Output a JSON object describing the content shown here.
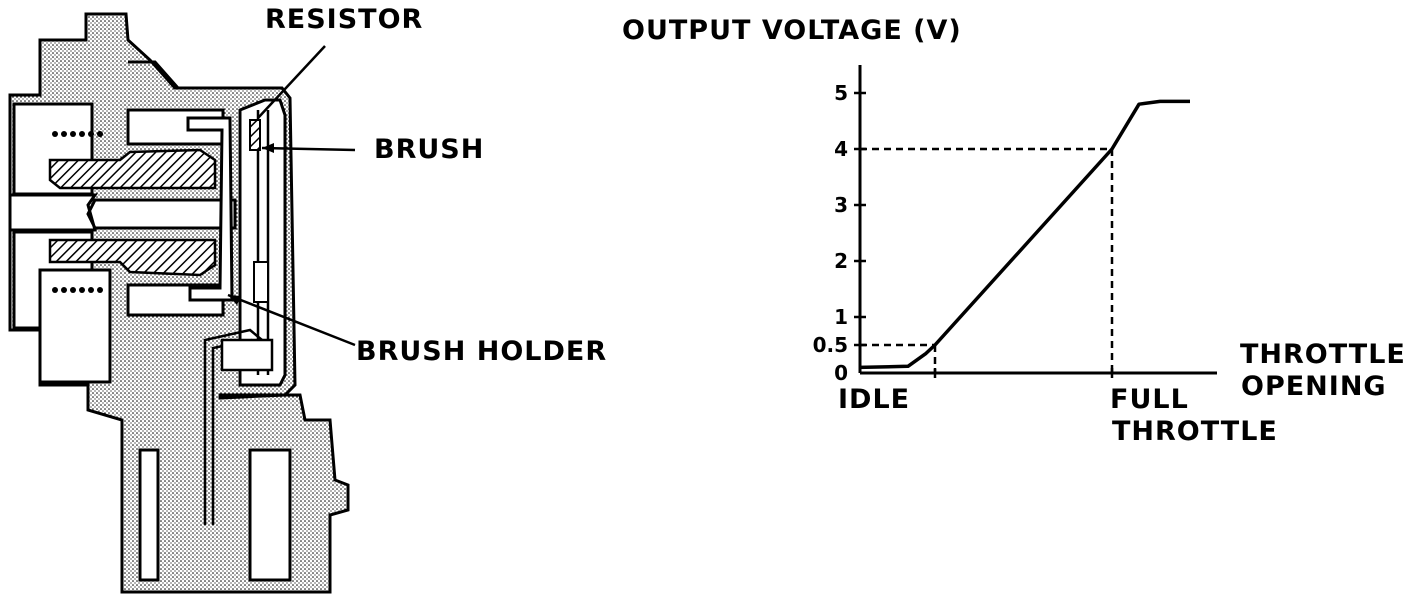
{
  "sensor": {
    "resistor_label": "RESISTOR",
    "brush_label": "BRUSH",
    "brush_holder_label": "BRUSH HOLDER"
  },
  "chart_data": {
    "type": "line",
    "ylabel": "OUTPUT VOLTAGE (V)",
    "xlabel_line1": "THROTTLE",
    "xlabel_line2": "OPENING",
    "yticks": [
      "0",
      "0.5",
      "1",
      "2",
      "3",
      "4",
      "5"
    ],
    "ytick_values": [
      0,
      0.5,
      1,
      2,
      3,
      4,
      5
    ],
    "ylim": [
      0,
      5.5
    ],
    "x_idle_label": "IDLE",
    "x_full_label_line1": "FULL",
    "x_full_label_line2": "THROTTLE",
    "series": [
      {
        "points": [
          {
            "x": 0,
            "y": 0.1
          },
          {
            "x": 1.6,
            "y": 0.12
          },
          {
            "x": 2.2,
            "y": 0.35
          },
          {
            "x": 2.5,
            "y": 0.5
          },
          {
            "x": 8.4,
            "y": 4.0
          },
          {
            "x": 9.3,
            "y": 4.8
          },
          {
            "x": 10.0,
            "y": 4.85
          },
          {
            "x": 11.0,
            "y": 4.85
          }
        ]
      }
    ],
    "reference_points": [
      {
        "label": "IDLE",
        "x": 2.5,
        "y": 0.5
      },
      {
        "label": "FULL THROTTLE",
        "x": 8.4,
        "y": 4.0
      }
    ],
    "xlim": [
      0,
      11.9
    ]
  }
}
